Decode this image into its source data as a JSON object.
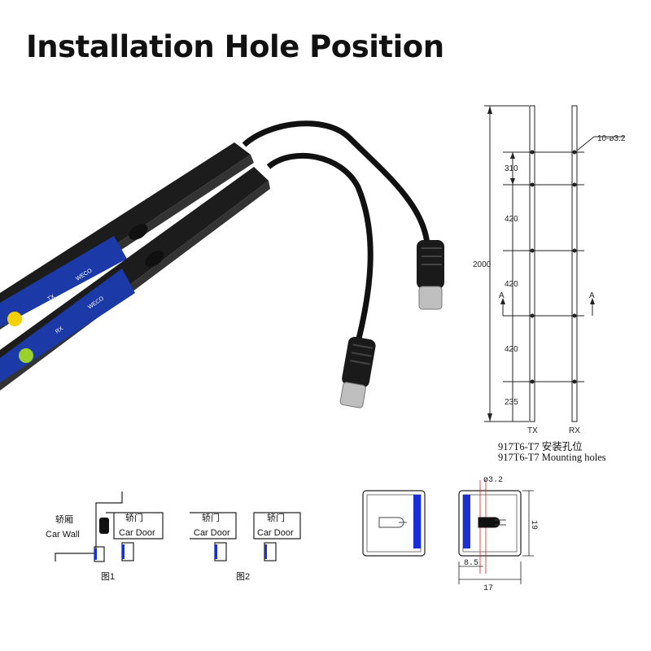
{
  "title": "Installation Hole Position",
  "drawing": {
    "total_length": "2000",
    "spacings": [
      "310",
      "420",
      "420",
      "420",
      "235"
    ],
    "hole_callout": "10-ø3.2",
    "section_mark": "A",
    "tx_label": "TX",
    "rx_label": "RX",
    "caption_cn": "917T6-T7 安装孔位",
    "caption_en": "917T6-T7  Mounting holes"
  },
  "photo": {
    "brand": "WECO",
    "tx_mark": "TX",
    "rx_mark": "RX"
  },
  "figures": {
    "fig1_label": "图1",
    "fig2_label": "图2",
    "car_wall_cn": "轿厢",
    "car_wall_en": "Car Wall",
    "car_door_cn": "轿门",
    "car_door_en": "Car Door"
  },
  "cross_section": {
    "hole_dia": "ø3.2",
    "height": "19",
    "width": "17",
    "offset": "8.5"
  },
  "colors": {
    "accent_blue": "#1a2fd6",
    "bar_black": "#1c1c1c",
    "label_blue": "#2a5bd7",
    "drawing_red": "#d22"
  }
}
